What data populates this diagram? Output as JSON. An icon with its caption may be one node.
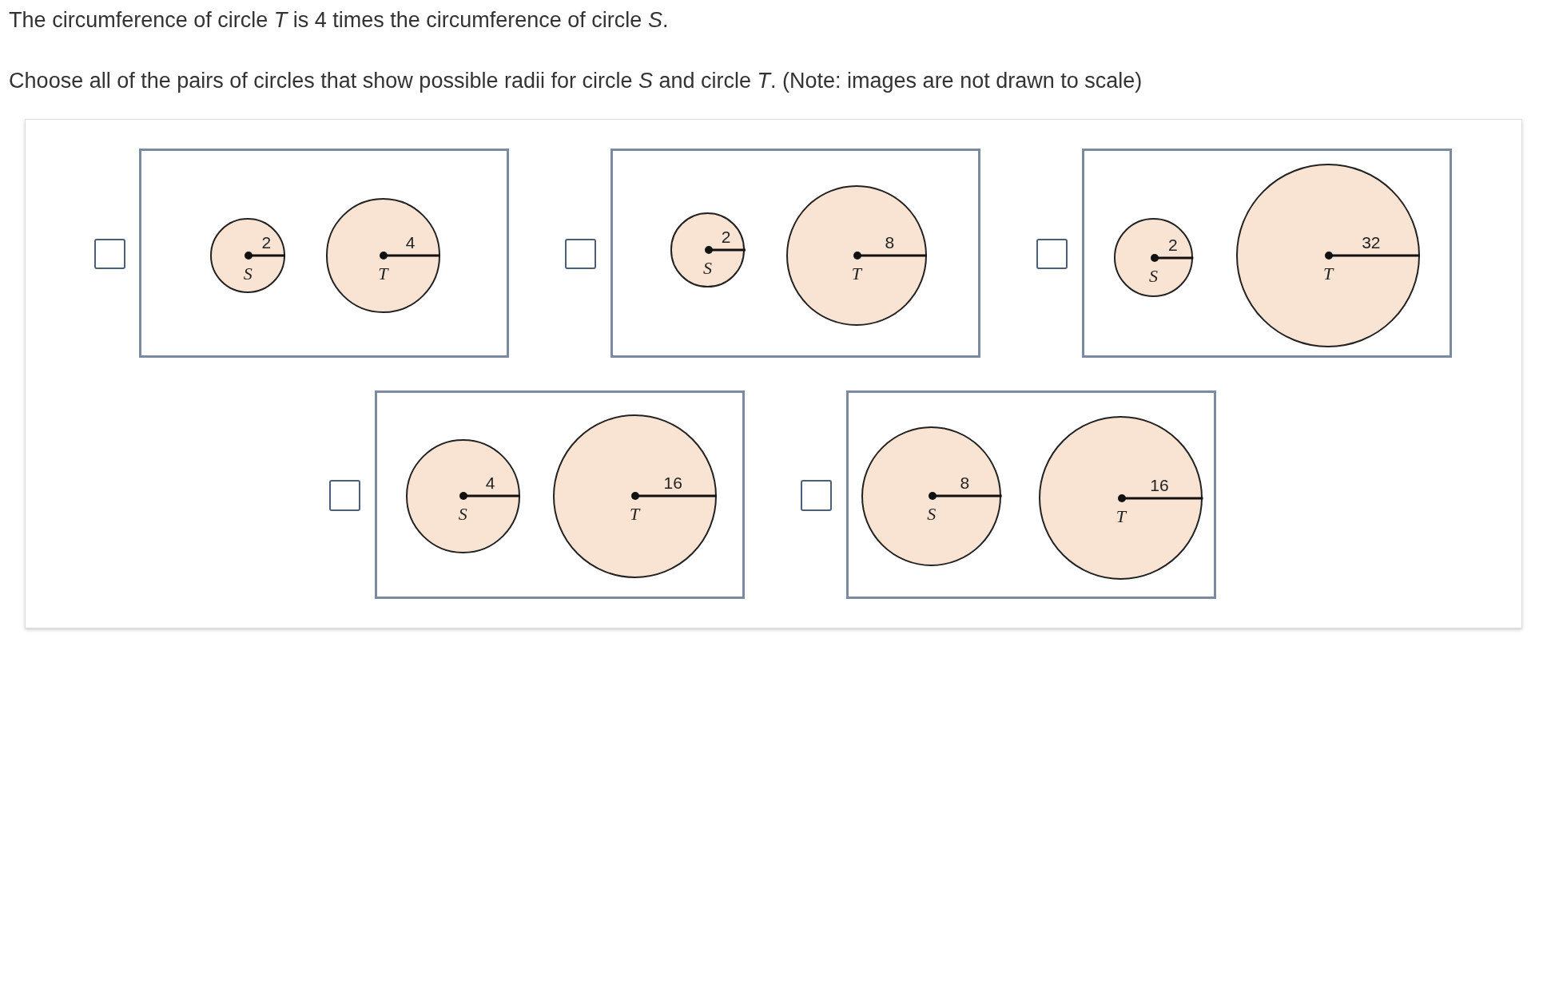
{
  "diagram": {
    "title": "The circumference of circle *T* is 4 times the circumference of circle *S*.",
    "nodes": [
      {
        "text": [],
        "shape": "box"
      },
      {
        "text": [
          "2",
          "S"
        ],
        "in": 0
      },
      {
        "text": [
          "4",
          "T"
        ],
        "in": 0
      },
      {
        "text": [],
        "shape": "box"
      },
      {
        "text": [
          "2",
          "S"
        ],
        "in": 3
      },
      {
        "text": [
          "8",
          "T"
        ],
        "in": 3
      },
      {
        "text": [],
        "shape": "box"
      },
      {
        "text": [
          "2",
          "S"
        ],
        "in": 6
      },
      {
        "text": [
          "32",
          "T"
        ],
        "in": 6
      },
      {
        "text": [],
        "shape": "box"
      },
      {
        "text": [
          "4",
          "S"
        ],
        "in": 9
      },
      {
        "text": [
          "16",
          "T"
        ],
        "in": 9
      },
      {
        "text": [],
        "shape": "box"
      },
      {
        "text": [
          "8",
          "S"
        ],
        "in": 12
      },
      {
        "text": [
          "16",
          "T"
        ],
        "in": 12
      }
    ],
    "labels": [
      "Choose all of the pairs of circles that show possible radii for circle *S* and circle *T*. (Note: images are not drawn to scale)"
    ]
  }
}
